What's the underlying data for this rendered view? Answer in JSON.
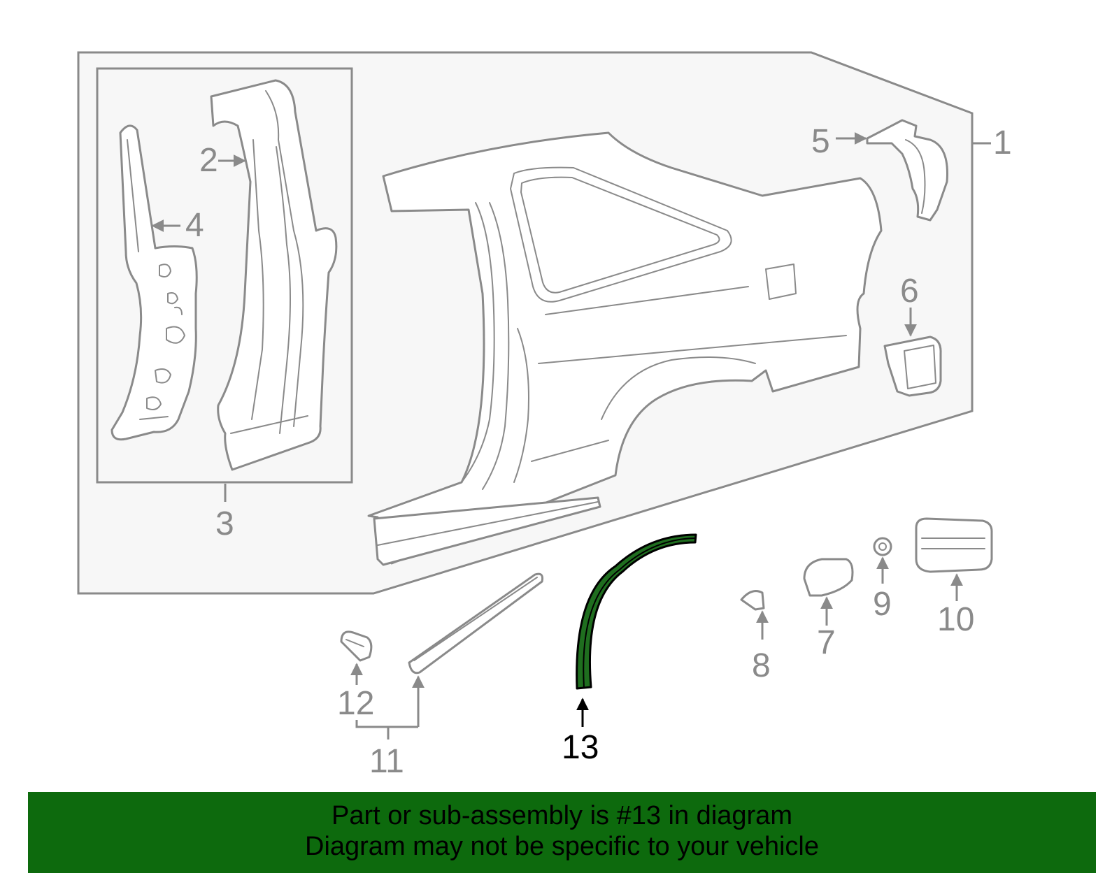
{
  "diagram": {
    "callouts": [
      {
        "id": "1",
        "label": "1"
      },
      {
        "id": "2",
        "label": "2"
      },
      {
        "id": "3",
        "label": "3"
      },
      {
        "id": "4",
        "label": "4"
      },
      {
        "id": "5",
        "label": "5"
      },
      {
        "id": "6",
        "label": "6"
      },
      {
        "id": "7",
        "label": "7"
      },
      {
        "id": "8",
        "label": "8"
      },
      {
        "id": "9",
        "label": "9"
      },
      {
        "id": "10",
        "label": "10"
      },
      {
        "id": "11",
        "label": "11"
      },
      {
        "id": "12",
        "label": "12"
      },
      {
        "id": "13",
        "label": "13"
      }
    ],
    "highlighted_part": "13",
    "colors": {
      "line_art": "#8a8a8a",
      "panel_fill": "#f7f7f7",
      "highlight_fill": "#1f6e1f",
      "highlight_label": "#000000",
      "banner": "#0d6a0d"
    }
  },
  "banner": {
    "line1": "Part or sub-assembly is #13 in diagram",
    "line2": "Diagram may not be specific to your vehicle"
  }
}
